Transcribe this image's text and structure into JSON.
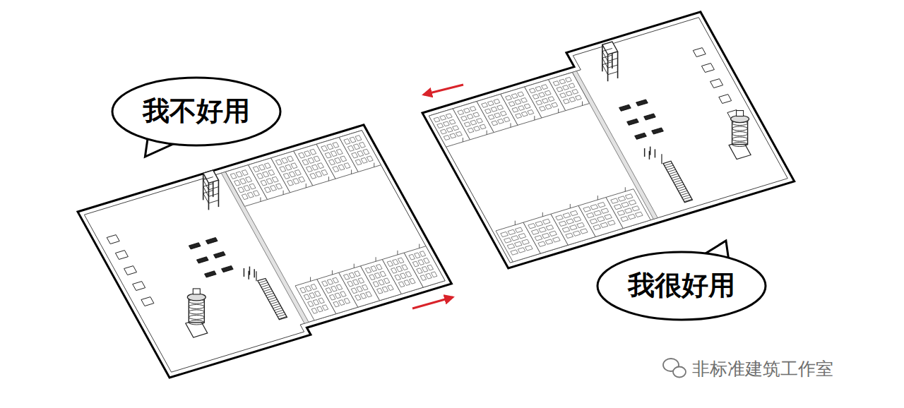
{
  "diagram": {
    "nodes": [
      {
        "text": [
          "我不好用"
        ]
      },
      {
        "text": [
          "我很好用"
        ]
      }
    ],
    "labels": [
      "非标准建筑工作室"
    ]
  }
}
